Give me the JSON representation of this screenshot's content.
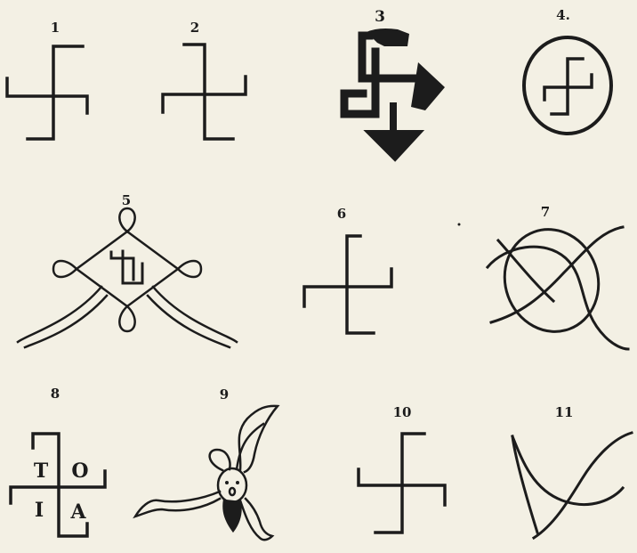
{
  "figures": [
    {
      "id": "fig-1",
      "number": "1"
    },
    {
      "id": "fig-2",
      "number": "2"
    },
    {
      "id": "fig-3",
      "number": "3"
    },
    {
      "id": "fig-4",
      "number": "4."
    },
    {
      "id": "fig-5",
      "number": "5"
    },
    {
      "id": "fig-6",
      "number": "6"
    },
    {
      "id": "fig-7",
      "number": "7"
    },
    {
      "id": "fig-8",
      "number": "8",
      "letters": [
        "T",
        "O",
        "I",
        "A"
      ]
    },
    {
      "id": "fig-9",
      "number": "9"
    },
    {
      "id": "fig-10",
      "number": "10"
    },
    {
      "id": "fig-11",
      "number": "11"
    }
  ],
  "colors": {
    "paper": "#f3f0e4",
    "ink": "#1c1c1c"
  }
}
